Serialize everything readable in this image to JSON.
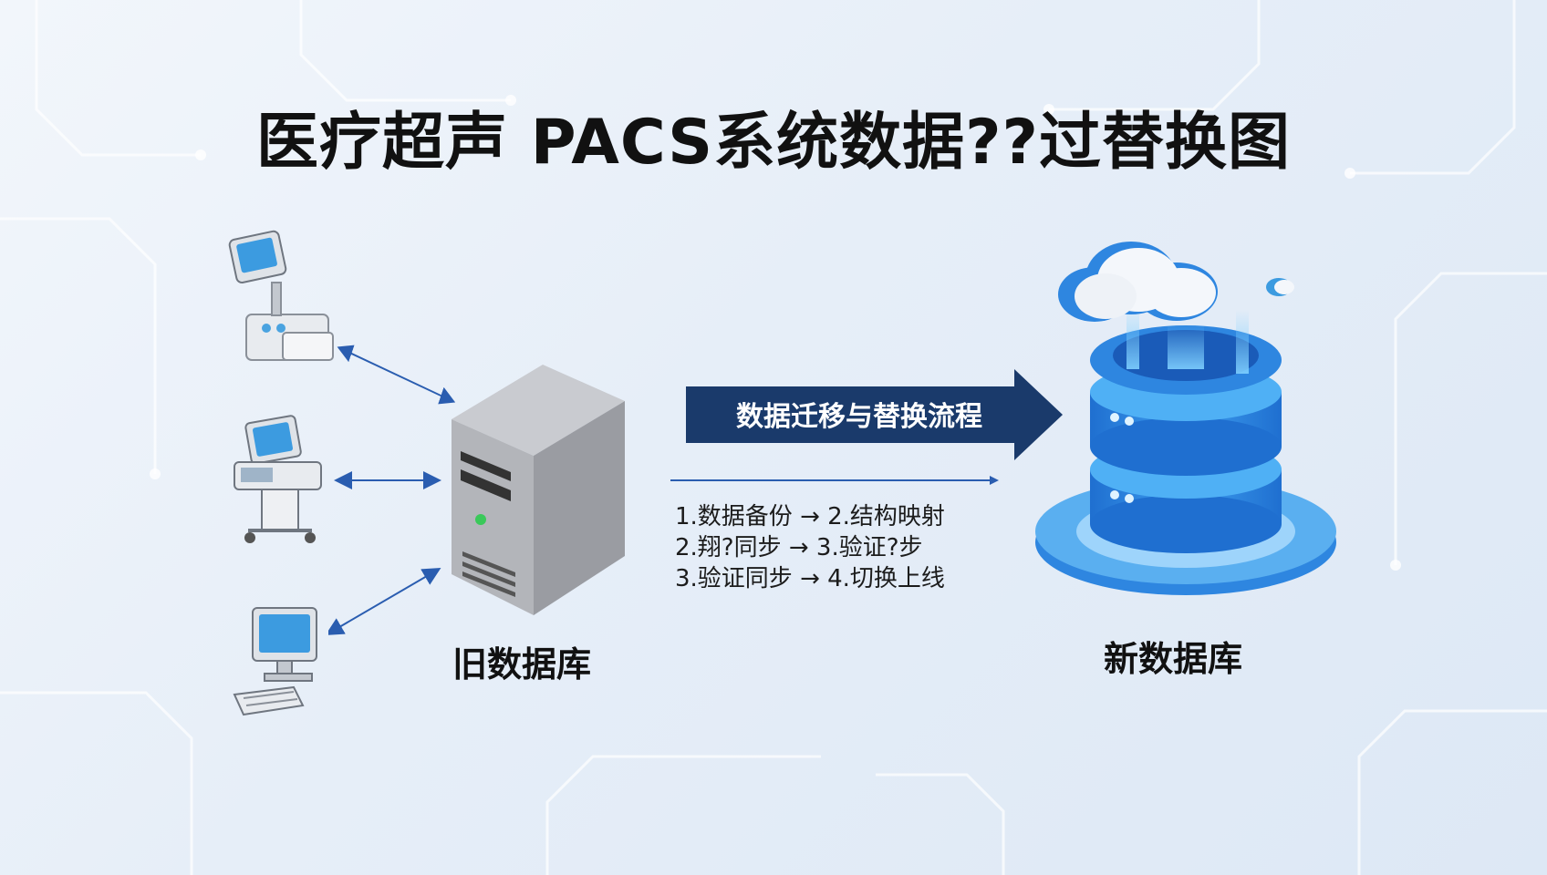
{
  "title": "医疗超声 PACS系统数据??过替换图",
  "banner": {
    "label": "数据迁移与替换流程"
  },
  "steps": [
    "1.数据备份 → 2.结构映射",
    "2.翔?同步 → 3.验证?步",
    "3.验证同步 → 4.切换上线"
  ],
  "old_db": {
    "label": "旧数据库"
  },
  "new_db": {
    "label": "新数据库"
  },
  "colors": {
    "banner": "#1a3a6b",
    "arrow_line": "#2a5db0",
    "db_blue": "#2e86e0",
    "server_grey": "#a9abb0"
  },
  "icons": [
    "ultrasound-machine-icon",
    "ultrasound-cart-icon",
    "workstation-computer-icon",
    "server-tower-icon",
    "cloud-database-icon"
  ]
}
